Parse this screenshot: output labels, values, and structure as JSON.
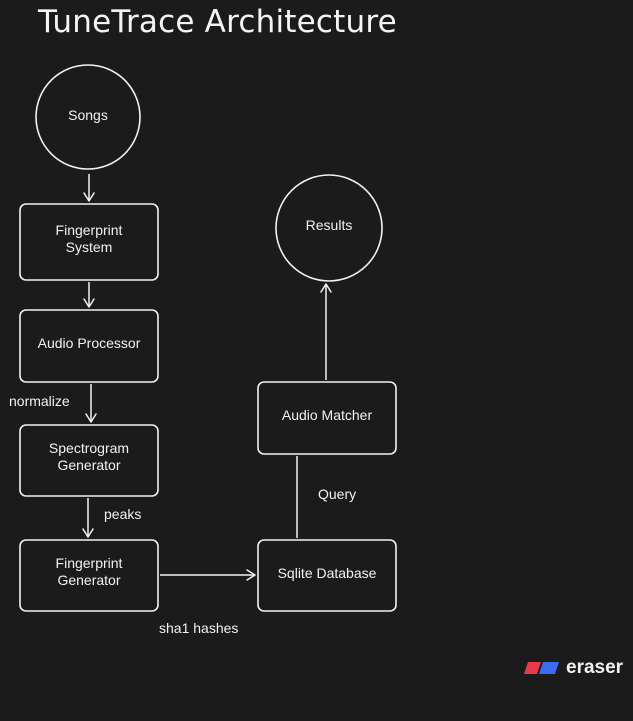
{
  "title": "TuneTrace Architecture",
  "nodes": {
    "songs": "Songs",
    "fingerprint_system": "Fingerprint\nSystem",
    "audio_processor": "Audio Processor",
    "spectrogram_generator": "Spectrogram\nGenerator",
    "fingerprint_generator": "Fingerprint\nGenerator",
    "sqlite_database": "Sqlite Database",
    "audio_matcher": "Audio Matcher",
    "results": "Results"
  },
  "edges": {
    "normalize": "normalize",
    "peaks": "peaks",
    "sha1_hashes": "sha1 hashes",
    "query": "Query"
  },
  "brand": {
    "name": "eraser",
    "logo_colors": [
      "#e8394a",
      "#3b6cf0"
    ]
  }
}
